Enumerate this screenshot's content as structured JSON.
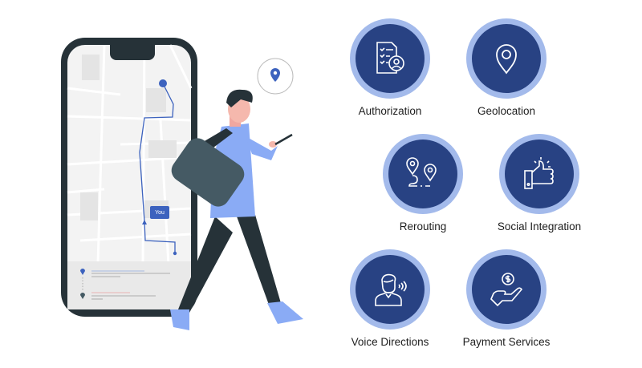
{
  "illustration": {
    "map_bubble_label": "You",
    "colors": {
      "phone_frame": "#263238",
      "map_bg": "#f2f2f2",
      "route": "#3c62be",
      "shirt": "#8aabf5",
      "pants": "#263238",
      "bag": "#455a64"
    }
  },
  "features": [
    {
      "label": "Authorization",
      "icon": "checklist-user-icon"
    },
    {
      "label": "Geolocation",
      "icon": "location-pin-icon"
    },
    {
      "label": "Rerouting",
      "icon": "route-pins-icon"
    },
    {
      "label": "Social Integration",
      "icon": "thumbs-up-icon"
    },
    {
      "label": "Voice Directions",
      "icon": "speaking-person-icon"
    },
    {
      "label": "Payment Services",
      "icon": "hand-coin-icon"
    }
  ],
  "colors": {
    "circle_fill": "#284283",
    "circle_ring": "#a3baeb",
    "label_text": "#1e1e1e"
  }
}
